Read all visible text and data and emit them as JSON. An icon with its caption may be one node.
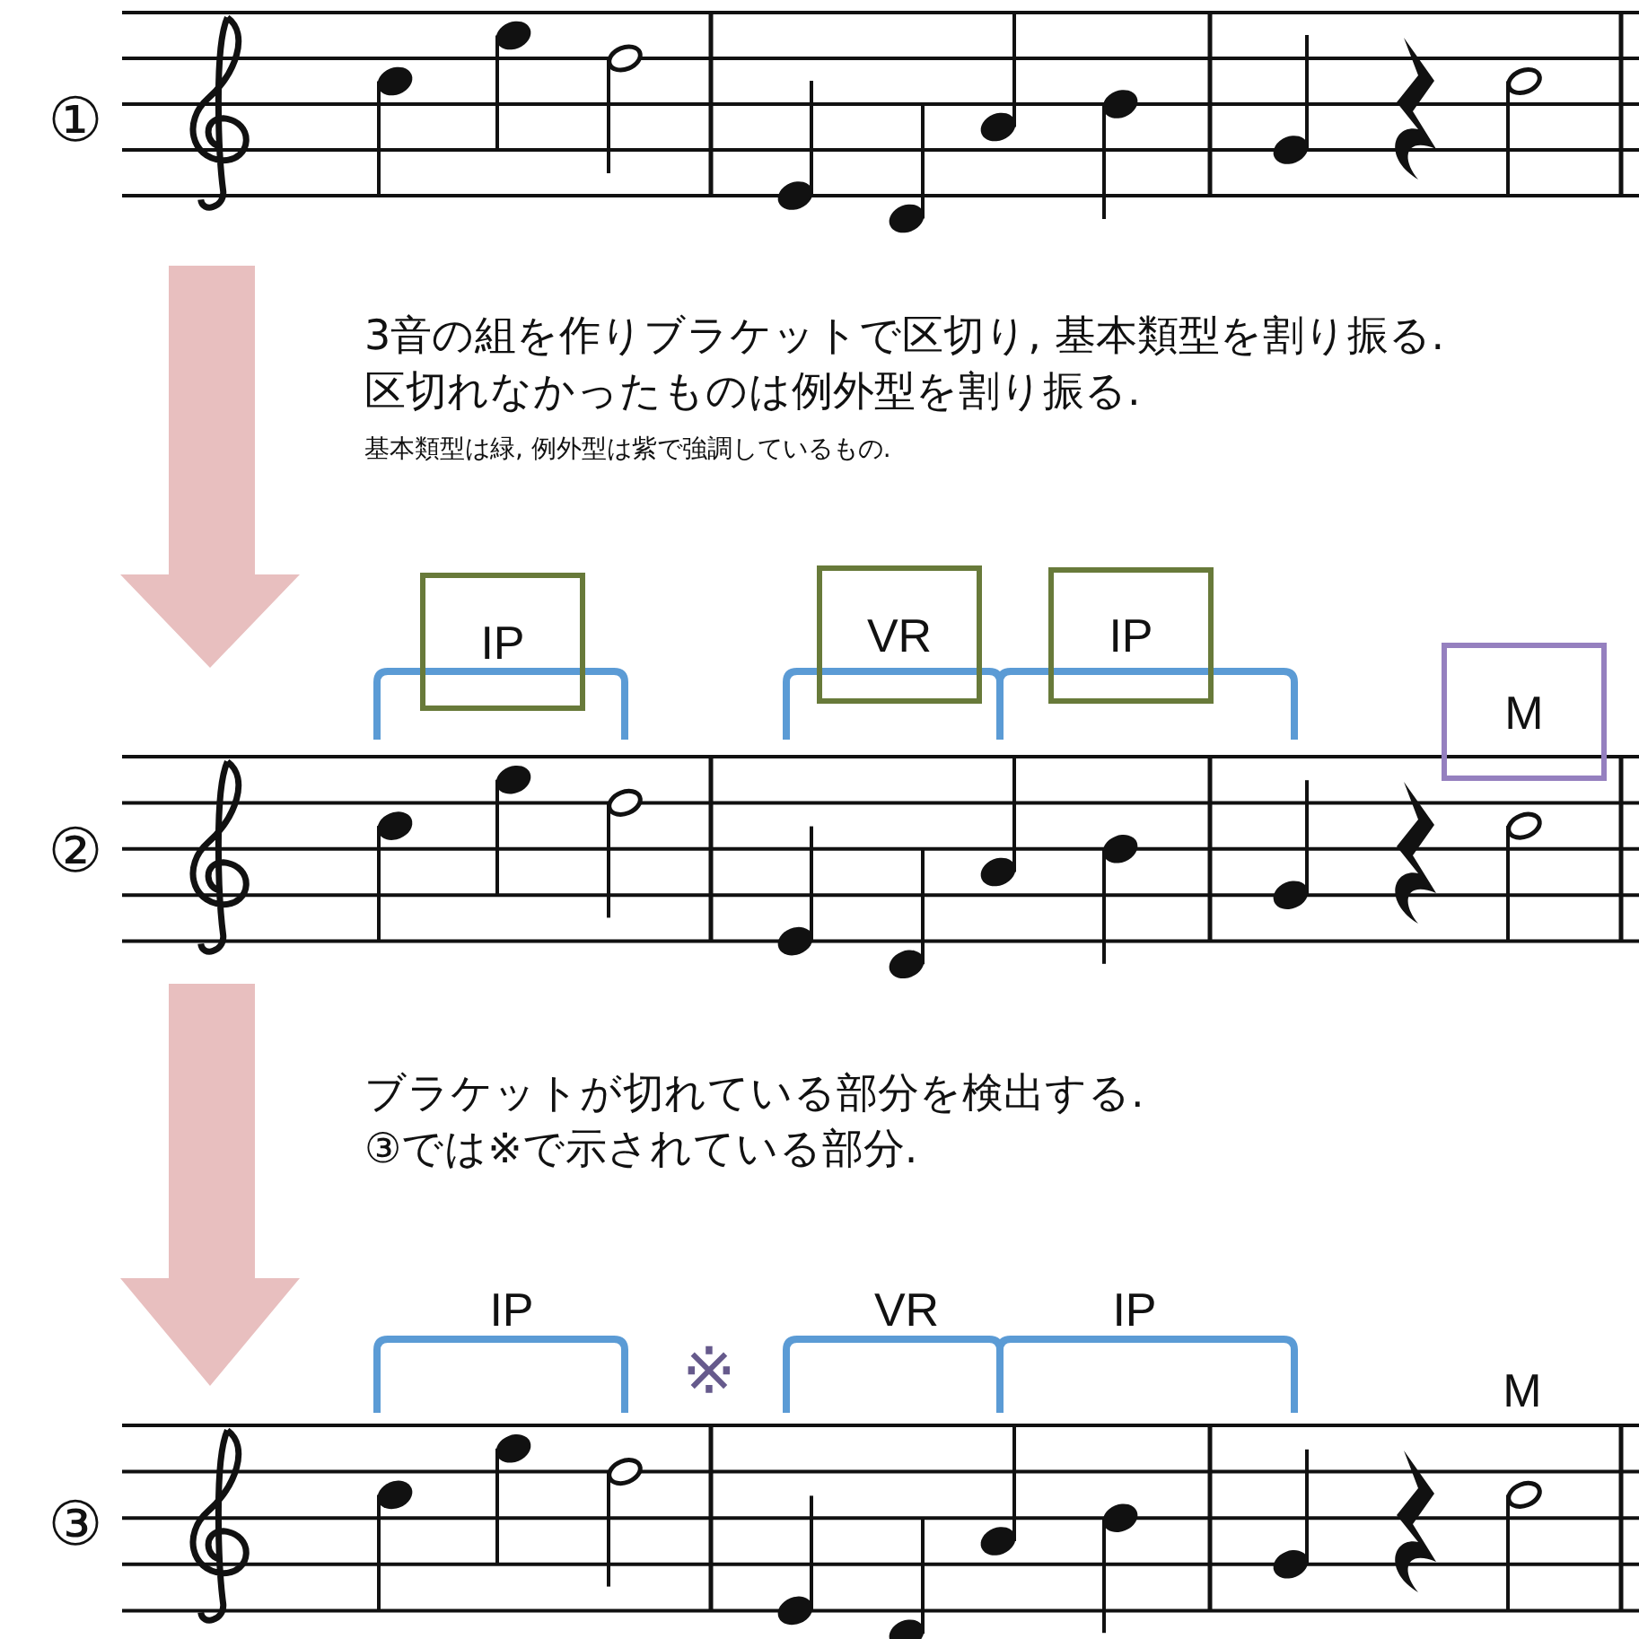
{
  "diagram": {
    "nodes": [
      {
        "text": [
          "IP"
        ]
      },
      {
        "text": [
          "VR"
        ]
      },
      {
        "text": [
          "IP"
        ]
      },
      {
        "text": [
          "M"
        ]
      }
    ],
    "labels": [
      "①",
      "3音の組を作りブラケットで区切り, 基本類型を割り振る.",
      "区切れなかったものは例外型を割り振る.",
      "基本類型は緑, 例外型は紫で強調しているもの.",
      "②",
      "ブラケットが切れている部分を検出する.",
      "③では※で示されている部分.",
      "IP",
      "※",
      "VR",
      "IP",
      "M",
      "③"
    ]
  }
}
